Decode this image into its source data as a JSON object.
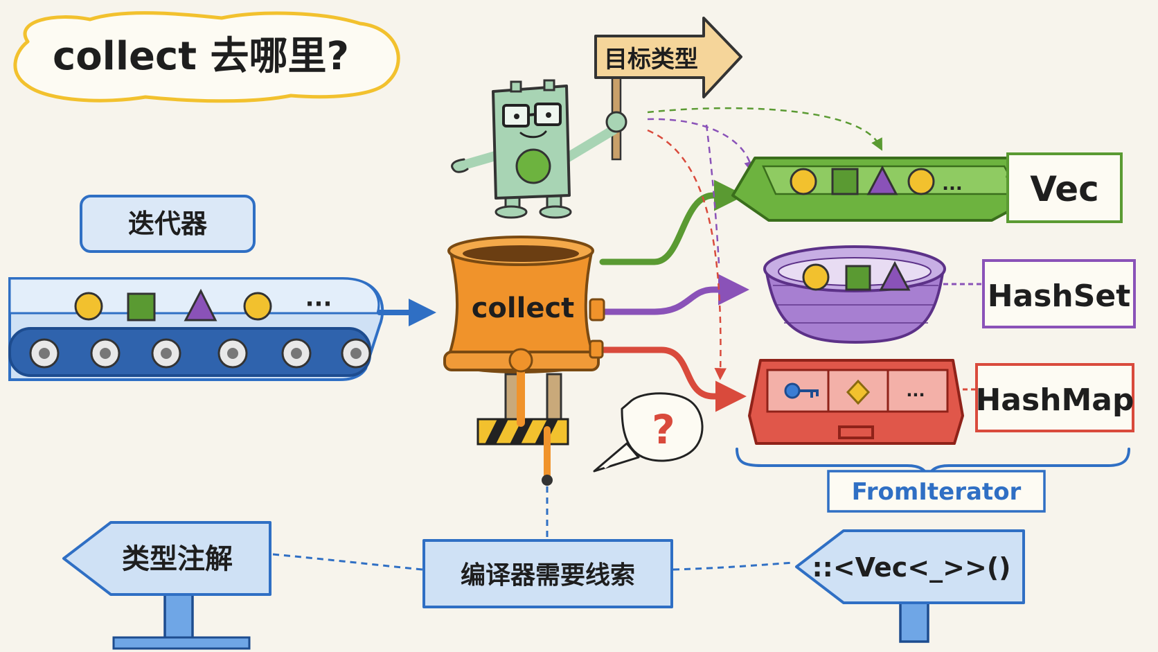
{
  "title": "collect 去哪里?",
  "iterator_label": "迭代器",
  "conveyor_ellipsis": "···",
  "sign_label": "目标类型",
  "collect_label": "collect",
  "question_mark": "?",
  "targets": [
    {
      "label": "Vec",
      "color": "#5a9a32"
    },
    {
      "label": "HashSet",
      "color": "#8a52b8"
    },
    {
      "label": "HashMap",
      "color": "#d94a3c"
    }
  ],
  "tray_ellipsis": "...",
  "map_ellipsis": "...",
  "trait_label": "FromIterator",
  "type_annotation_label": "类型注解",
  "compiler_needs_label": "编译器需要线索",
  "turbofish_label": "::<Vec<_>>()",
  "colors": {
    "blue": "#2f6fc4",
    "orange": "#f0932b",
    "green": "#5a9a32",
    "purple": "#8a52b8",
    "red": "#d94a3c",
    "yellow": "#f2c12e"
  }
}
